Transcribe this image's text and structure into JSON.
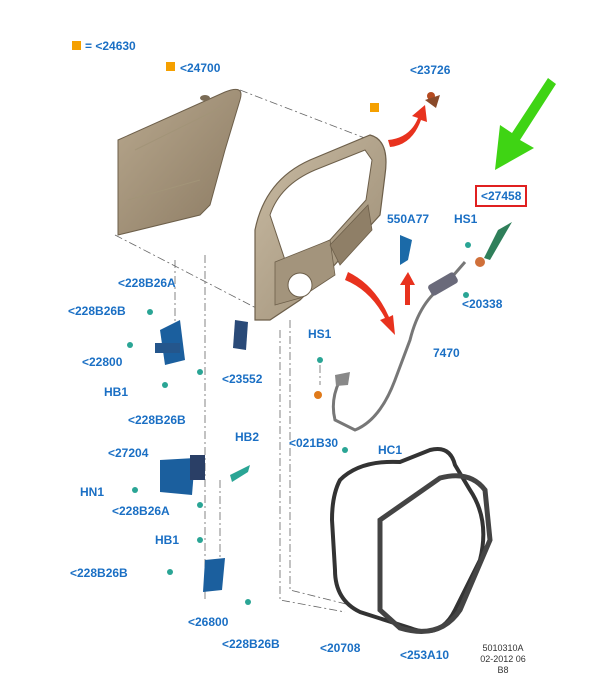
{
  "legend": {
    "symbol_color": "#f5a000",
    "text": "= <24630"
  },
  "callout_label": "<27458",
  "labels": [
    {
      "id": "24700",
      "text": "<24700"
    },
    {
      "id": "23726",
      "text": "<23726"
    },
    {
      "id": "550A77",
      "text": "550A77"
    },
    {
      "id": "HS1a",
      "text": "HS1"
    },
    {
      "id": "20338",
      "text": "<20338"
    },
    {
      "id": "228B26A_top",
      "text": "<228B26A"
    },
    {
      "id": "228B26B_top",
      "text": "<228B26B"
    },
    {
      "id": "22800",
      "text": "<22800"
    },
    {
      "id": "HB1a",
      "text": "HB1"
    },
    {
      "id": "23552",
      "text": "<23552"
    },
    {
      "id": "228B26B_mid",
      "text": "<228B26B"
    },
    {
      "id": "HS1b",
      "text": "HS1"
    },
    {
      "id": "7470",
      "text": "7470"
    },
    {
      "id": "021B30",
      "text": "<021B30"
    },
    {
      "id": "HC1",
      "text": "HC1"
    },
    {
      "id": "27204",
      "text": "<27204"
    },
    {
      "id": "HB2",
      "text": "HB2"
    },
    {
      "id": "HN1",
      "text": "HN1"
    },
    {
      "id": "228B26A_low",
      "text": "<228B26A"
    },
    {
      "id": "HB1b",
      "text": "HB1"
    },
    {
      "id": "228B26B_low",
      "text": "<228B26B"
    },
    {
      "id": "26800",
      "text": "<26800"
    },
    {
      "id": "228B26B_bot",
      "text": "<228B26B"
    },
    {
      "id": "20708",
      "text": "<20708"
    },
    {
      "id": "253A10",
      "text": "<253A10"
    }
  ],
  "footer": {
    "line1": "5010310A",
    "line2": "02-2012 06",
    "line3": "B8"
  },
  "colors": {
    "label": "#1a6fc4",
    "arrow_red": "#e8321e",
    "arrow_green": "#3fd414",
    "callout_border": "#e02020",
    "part_blue": "#1b5f9e",
    "part_teal": "#2aa595"
  }
}
